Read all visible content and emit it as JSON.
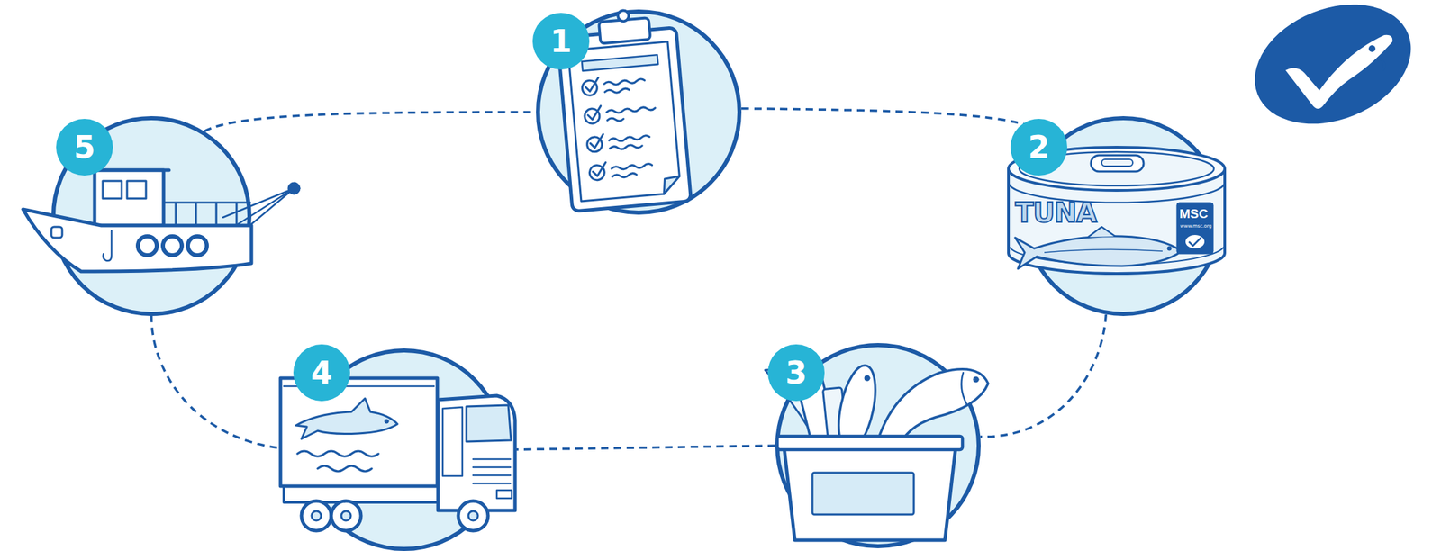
{
  "diagram": {
    "nodes": [
      {
        "text": [
          "1"
        ]
      },
      {
        "text": [
          "2"
        ]
      },
      {
        "text": [
          "3"
        ]
      },
      {
        "text": [
          "4"
        ]
      },
      {
        "text": [
          "5"
        ]
      }
    ],
    "edges": [
      {
        "from": 0,
        "to": 1,
        "arrow": "none"
      },
      {
        "from": 1,
        "to": 2,
        "arrow": "none"
      },
      {
        "from": 2,
        "to": 3,
        "arrow": "none"
      },
      {
        "from": 3,
        "to": 4,
        "arrow": "none"
      },
      {
        "from": 4,
        "to": 0,
        "arrow": "none"
      }
    ],
    "labels": [
      "TUNA",
      "MSC",
      "www.msc.org"
    ]
  }
}
